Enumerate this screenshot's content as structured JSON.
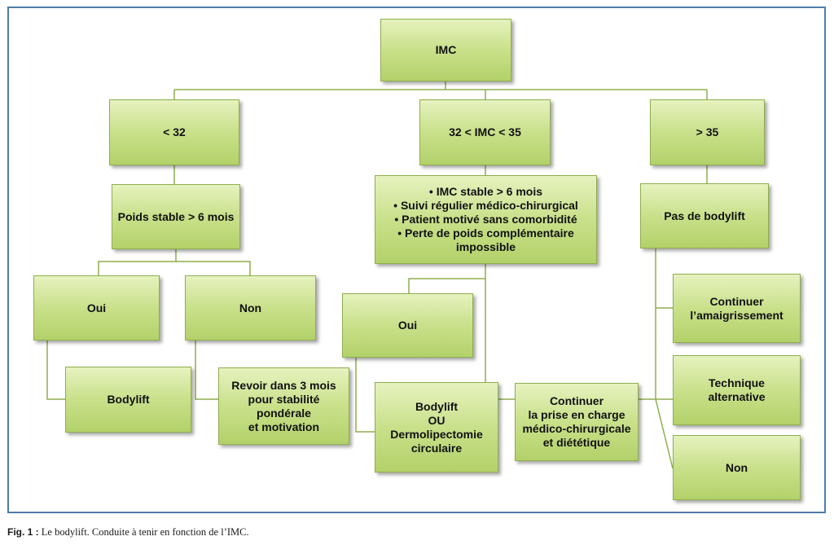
{
  "diagram": {
    "nodes": {
      "imc": [
        "IMC"
      ],
      "lt32": [
        "< 32"
      ],
      "mid": [
        "32 < IMC < 35"
      ],
      "gt35": [
        "> 35"
      ],
      "poids_stable": [
        "Poids stable > 6 mois"
      ],
      "criteria": [
        "• IMC stable > 6 mois",
        "• Suivi régulier médico-chirurgical",
        "• Patient motivé sans comorbidité",
        "• Perte de poids complémentaire",
        "impossible"
      ],
      "pas_bodylift": [
        "Pas de bodylift"
      ],
      "oui_left": [
        "Oui"
      ],
      "non_left": [
        "Non"
      ],
      "oui_mid": [
        "Oui"
      ],
      "continuer_amaig": [
        "Continuer",
        "l’amaigrissement"
      ],
      "bodylift_left": [
        "Bodylift"
      ],
      "revoir": [
        "Revoir dans 3 mois",
        "pour stabilité",
        "pondérale",
        "et motivation"
      ],
      "bodylift_ou": [
        "Bodylift",
        "OU",
        "Dermolipectomie",
        "circulaire"
      ],
      "continuer_prise": [
        "Continuer",
        "la prise en charge",
        "médico-chirurgicale",
        "et diététique"
      ],
      "technique_alt": [
        "Technique",
        "alternative"
      ],
      "non_right": [
        "Non"
      ]
    },
    "edges": [
      [
        "imc",
        "lt32"
      ],
      [
        "imc",
        "mid"
      ],
      [
        "imc",
        "gt35"
      ],
      [
        "lt32",
        "poids_stable"
      ],
      [
        "mid",
        "criteria"
      ],
      [
        "gt35",
        "pas_bodylift"
      ],
      [
        "poids_stable",
        "oui_left"
      ],
      [
        "poids_stable",
        "non_left"
      ],
      [
        "oui_left",
        "bodylift_left"
      ],
      [
        "non_left",
        "revoir"
      ],
      [
        "criteria",
        "oui_mid"
      ],
      [
        "criteria",
        "continuer_prise"
      ],
      [
        "oui_mid",
        "bodylift_ou"
      ],
      [
        "pas_bodylift",
        "continuer_amaig"
      ],
      [
        "pas_bodylift",
        "technique_alt"
      ],
      [
        "pas_bodylift",
        "non_right"
      ]
    ]
  },
  "caption": {
    "label": "Fig. 1 :",
    "text": "Le bodylift. Conduite à tenir en fonction de l’IMC."
  },
  "colors": {
    "frame": "#4e7ca6",
    "node_fill_top": "#e6f2bf",
    "node_fill_bottom": "#b3d16a",
    "node_border": "#8fae4f",
    "connector": "#8fae4f"
  }
}
